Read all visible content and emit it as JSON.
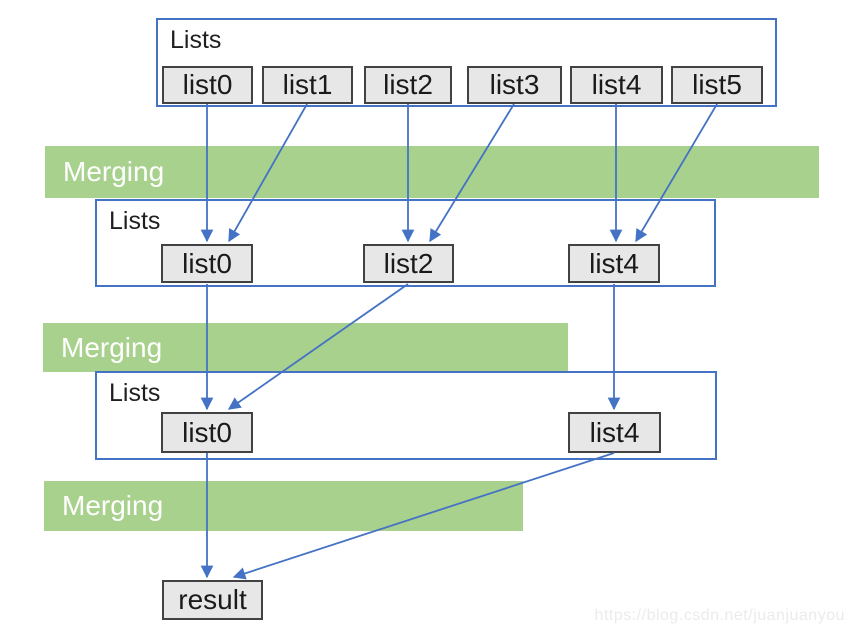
{
  "diagram": {
    "rows": [
      {
        "container_label": "Lists",
        "items": [
          "list0",
          "list1",
          "list2",
          "list3",
          "list4",
          "list5"
        ]
      },
      {
        "container_label": "Lists",
        "items": [
          "list0",
          "list2",
          "list4"
        ]
      },
      {
        "container_label": "Lists",
        "items": [
          "list0",
          "list4"
        ]
      }
    ],
    "merging_bars": [
      {
        "label": "Merging"
      },
      {
        "label": "Merging"
      },
      {
        "label": "Merging"
      }
    ],
    "result_label": "result",
    "edges": [
      {
        "from": "row1.list0",
        "to": "row2.list0"
      },
      {
        "from": "row1.list1",
        "to": "row2.list0"
      },
      {
        "from": "row1.list2",
        "to": "row2.list2"
      },
      {
        "from": "row1.list3",
        "to": "row2.list2"
      },
      {
        "from": "row1.list4",
        "to": "row2.list4"
      },
      {
        "from": "row1.list5",
        "to": "row2.list4"
      },
      {
        "from": "row2.list0",
        "to": "row3.list0"
      },
      {
        "from": "row2.list2",
        "to": "row3.list0"
      },
      {
        "from": "row2.list4",
        "to": "row3.list4"
      },
      {
        "from": "row3.list0",
        "to": "result"
      },
      {
        "from": "row3.list4",
        "to": "result"
      }
    ]
  },
  "watermark": "https://blog.csdn.net/juanjuanyou",
  "colors": {
    "line_blue": "#4472c4",
    "bar_green": "#a9d18e",
    "box_fill": "#e8e7e7",
    "box_border": "#424242",
    "watermark_gray": "#ebebeb"
  }
}
